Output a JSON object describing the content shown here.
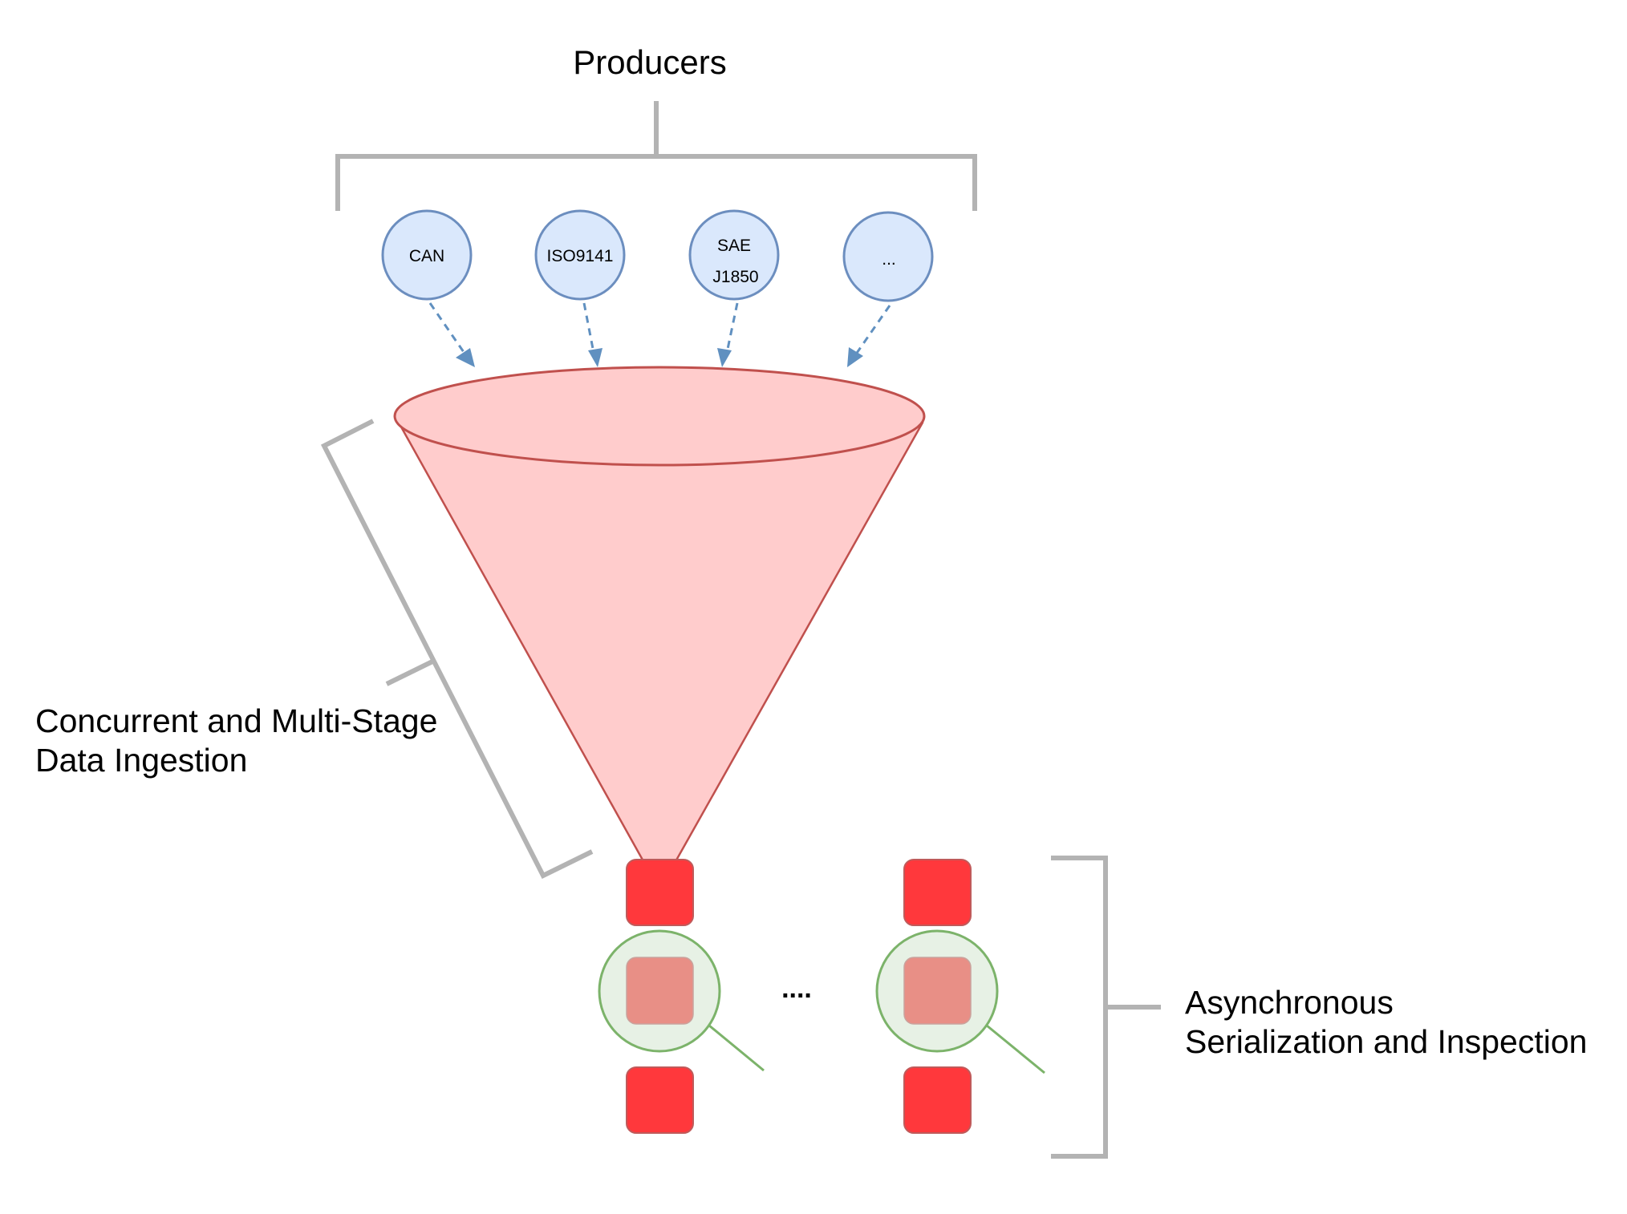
{
  "diagram": {
    "title": "Producers",
    "producers": [
      {
        "lines": [
          "CAN"
        ]
      },
      {
        "lines": [
          "ISO9141"
        ]
      },
      {
        "lines": [
          "SAE",
          "J1850"
        ]
      },
      {
        "lines": [
          "..."
        ]
      }
    ],
    "ingestion_label": [
      "Concurrent and Multi-Stage",
      "Data Ingestion"
    ],
    "serialization_label": [
      "Asynchronous",
      "Serialization and Inspection"
    ],
    "ellipsis_between_consumers": "....",
    "consumer_count_shown": 2
  },
  "colors": {
    "producer_fill": "#dae8fc",
    "producer_stroke": "#6c8ebf",
    "arrow": "#6090c0",
    "funnel_fill": "#ffcccc",
    "funnel_stroke": "#c0504d",
    "queue_block_fill": "#ff383c",
    "queue_block_stroke": "#c05a5a",
    "inspector_fill": "#e7f1e5",
    "inspector_stroke": "#7cb36a",
    "inspected_block_fill": "#e88f86",
    "bracket": "#b3b3b3",
    "text": "#000000"
  }
}
